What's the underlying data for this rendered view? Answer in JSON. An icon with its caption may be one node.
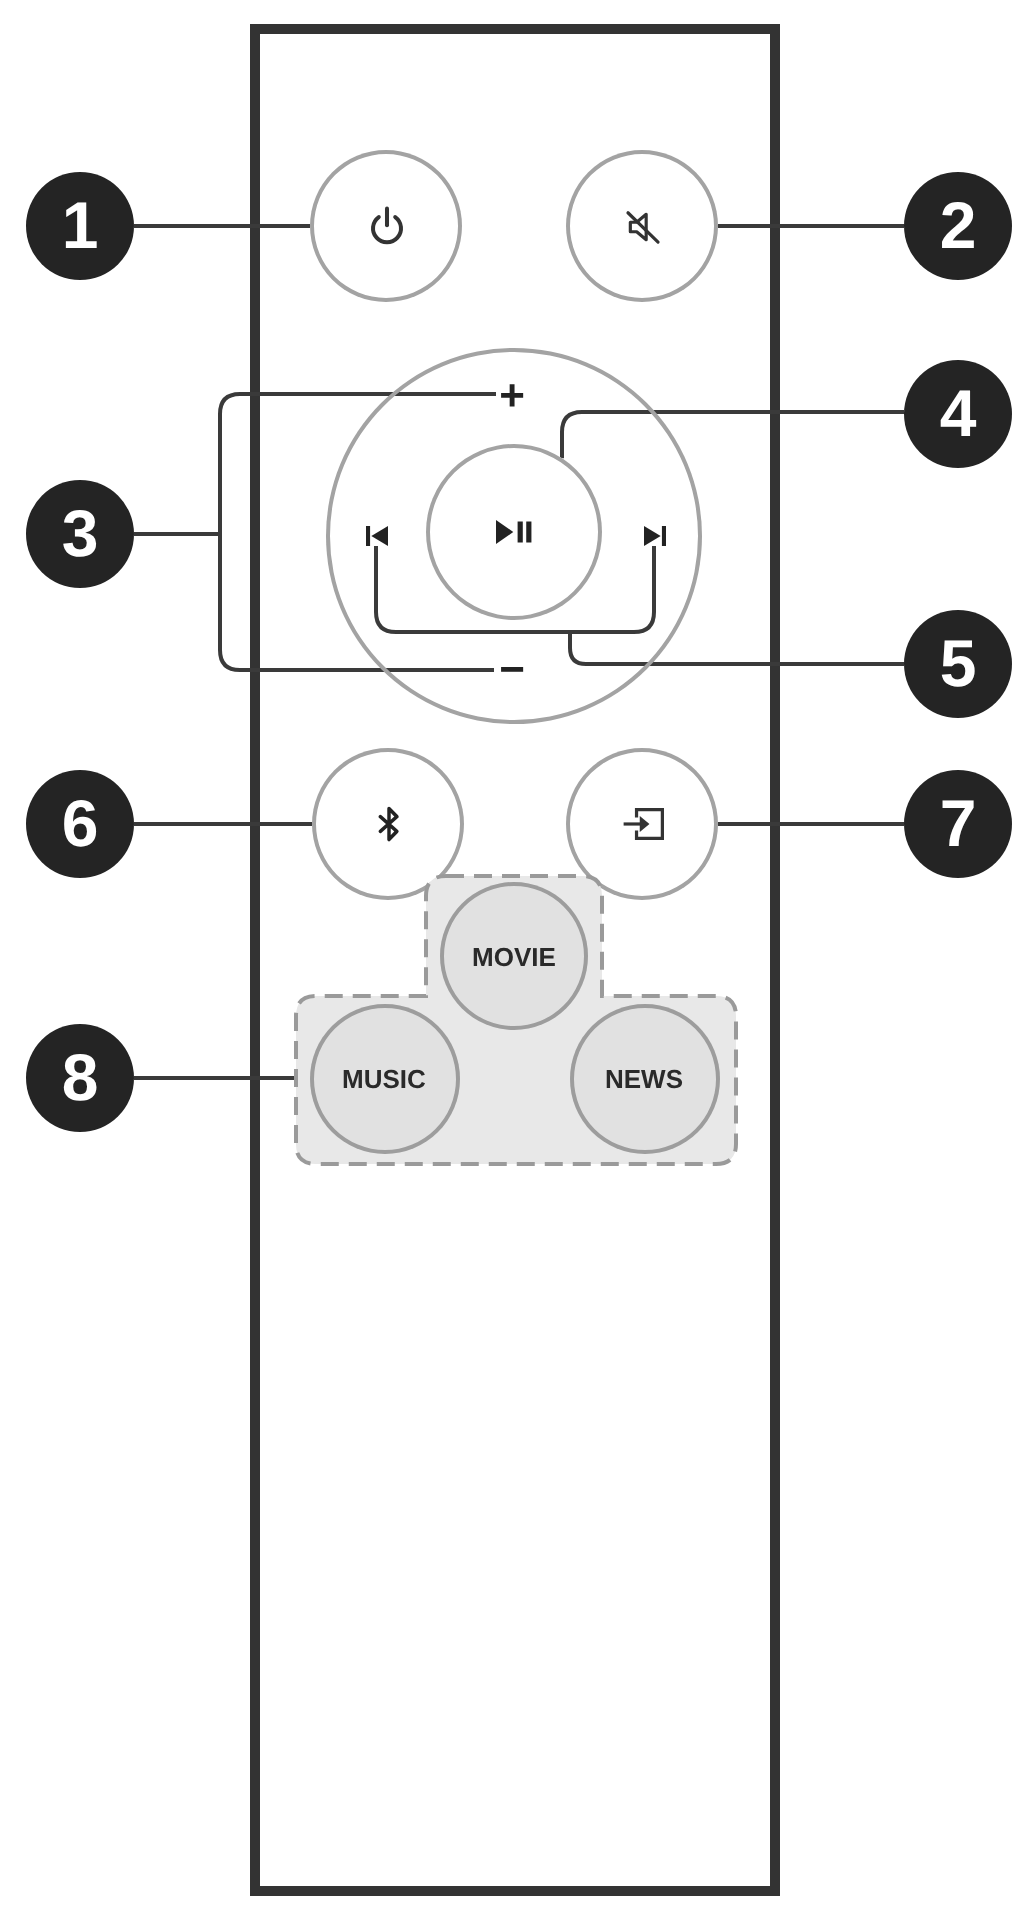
{
  "diagram": {
    "nodes": [
      {
        "text": [
          "1"
        ]
      },
      {
        "text": [],
        "shape": "circle"
      },
      {
        "text": [],
        "shape": "circle"
      },
      {
        "text": [
          "2"
        ]
      },
      {
        "text": [
          "3"
        ]
      },
      {
        "text": [],
        "shape": "circle"
      },
      {
        "text": [
          "+"
        ],
        "in": 5
      },
      {
        "text": [],
        "shape": "picture",
        "in": 5
      },
      {
        "text": [],
        "shape": "circle",
        "in": 5
      },
      {
        "text": [],
        "shape": "picture",
        "in": 5
      },
      {
        "text": [
          "−"
        ],
        "in": 5
      },
      {
        "text": [
          "4"
        ]
      },
      {
        "text": [
          "5"
        ]
      },
      {
        "text": [
          "6"
        ]
      },
      {
        "text": [],
        "shape": "circle"
      },
      {
        "text": [],
        "shape": "circle"
      },
      {
        "text": [
          "7"
        ]
      },
      {
        "text": [
          "8"
        ]
      },
      {
        "text": [],
        "shape": "box"
      },
      {
        "text": [
          "MOVIE"
        ],
        "in": 18
      },
      {
        "text": [
          "MUSIC"
        ],
        "in": 18
      },
      {
        "text": [
          "NEWS"
        ],
        "in": 18
      }
    ],
    "edges": [
      {
        "from": 0,
        "to": 1,
        "arrow": "none"
      },
      {
        "from": 3,
        "to": 2,
        "arrow": "none"
      },
      {
        "from": 4,
        "to": 6,
        "arrow": "none"
      },
      {
        "from": 4,
        "to": 10,
        "arrow": "none"
      },
      {
        "from": 11,
        "to": 8,
        "arrow": "none"
      },
      {
        "from": 12,
        "to": 7,
        "arrow": "none"
      },
      {
        "from": 12,
        "to": 9,
        "arrow": "none"
      },
      {
        "from": 13,
        "to": 14,
        "arrow": "none"
      },
      {
        "from": 16,
        "to": 15,
        "arrow": "none"
      },
      {
        "from": 17,
        "to": 18,
        "arrow": "none"
      }
    ]
  }
}
